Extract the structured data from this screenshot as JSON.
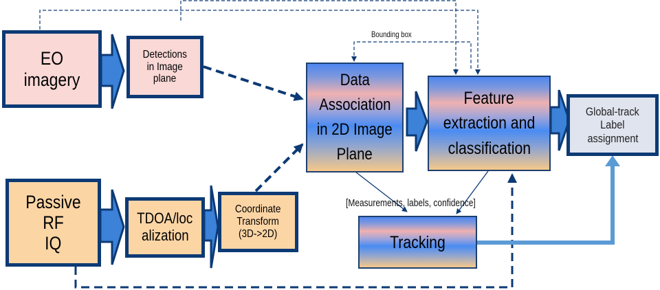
{
  "boxes": {
    "eo_imagery": "EO imagery",
    "detections": [
      "Detections",
      "in Image",
      "plane"
    ],
    "passive_rf": [
      "Passive RF",
      "IQ"
    ],
    "tdoa": [
      "TDOA/loc",
      "alization"
    ],
    "coordinate_transform": [
      "Coordinate",
      "Transform",
      "(3D->2D)"
    ],
    "data_association": [
      "Data",
      "Association",
      "in 2D Image",
      "Plane"
    ],
    "feature_extraction": [
      "Feature",
      "extraction and",
      "classification"
    ],
    "global_track": [
      "Global-track",
      "Label",
      "assignment"
    ],
    "tracking": "Tracking"
  },
  "labels": {
    "bounding_box": "Bounding box",
    "measurements": "[Measurements, labels, confidence]"
  },
  "colors": {
    "navy": "#0d3a75",
    "block_arrow": "#3b82d8",
    "light_blue_line": "#5b9bd5"
  }
}
